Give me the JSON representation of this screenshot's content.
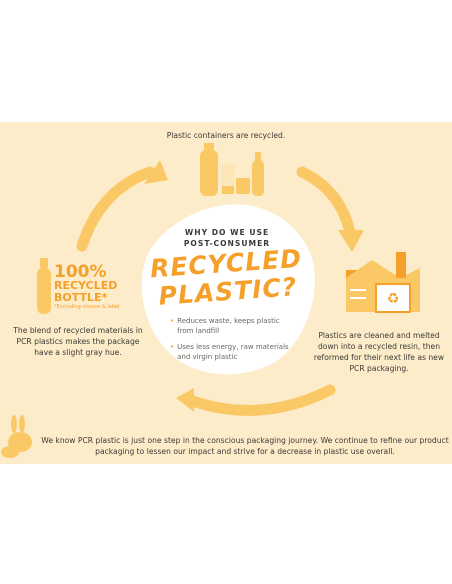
{
  "top_caption": "Plastic containers are recycled.",
  "center": {
    "heading_line1": "WHY DO WE USE",
    "heading_line2": "POST-CONSUMER",
    "big_line1": "RECYCLED",
    "big_line2": "PLASTIC?",
    "bullets": [
      "Reduces waste, keeps plastic from landfill",
      "Uses less energy, raw materials and virgin plastic"
    ]
  },
  "badge": {
    "line1": "100%",
    "line2": "RECYCLED",
    "line3": "BOTTLE*",
    "note": "*Excluding closure & label"
  },
  "left_caption": "The blend of recycled materials in PCR plastics makes the package have a slight gray hue.",
  "right_caption": "Plastics are cleaned and melted down into a recycled resin, then reformed for their next life as new PCR packaging.",
  "bottom_text": "We know PCR plastic is just one step in the conscious packaging journey. We continue to refine our product packaging to lessen our impact and strive for a decrease in plastic use overall.",
  "colors": {
    "panel": "#fcecc9",
    "accent": "#f5a02a",
    "arrow": "#fbc866",
    "text": "#3c3a36"
  }
}
